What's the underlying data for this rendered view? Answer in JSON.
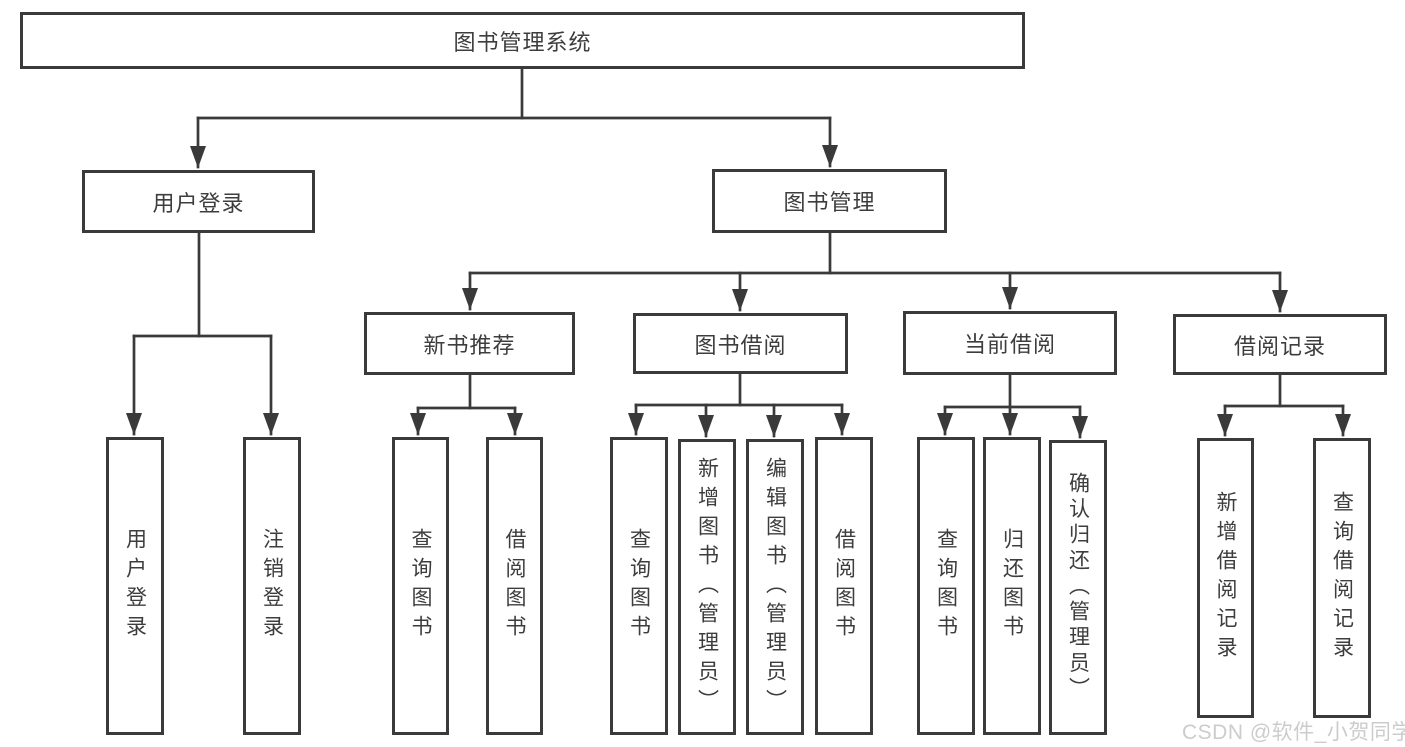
{
  "colors": {
    "line": "#3a3a3a",
    "box_border": "#3a3a3a",
    "box_background": "#ffffff",
    "label_text": "#3d3d3d",
    "watermark_text": "#cccccc",
    "page_background": "#ffffff"
  },
  "watermark": {
    "text": "CSDN @软件_小贺同学"
  },
  "nodes": {
    "root": {
      "label": "图书管理系统"
    },
    "user_login": {
      "label": "用户登录"
    },
    "book_management": {
      "label": "图书管理"
    },
    "new_book_recommend": {
      "label": "新书推荐"
    },
    "book_borrowing": {
      "label": "图书借阅"
    },
    "current_borrowing": {
      "label": "当前借阅"
    },
    "borrowing_records": {
      "label": "借阅记录"
    },
    "leaf_user_login": {
      "label": "用户登录"
    },
    "leaf_logout": {
      "label": "注销登录"
    },
    "leaf_query_books_recommend": {
      "label": "查询图书"
    },
    "leaf_borrow_books_recommend": {
      "label": "借阅图书"
    },
    "leaf_query_books_borrowing": {
      "label": "查询图书"
    },
    "leaf_add_books_admin": {
      "label": "新增图书（管理员）"
    },
    "leaf_edit_books_admin": {
      "label": "编辑图书（管理员）"
    },
    "leaf_borrow_books_borrowing": {
      "label": "借阅图书"
    },
    "leaf_query_books_current": {
      "label": "查询图书"
    },
    "leaf_return_books": {
      "label": "归还图书"
    },
    "leaf_confirm_return_admin": {
      "label": "确认归还（管理员）"
    },
    "leaf_add_borrow_record": {
      "label": "新增借阅记录"
    },
    "leaf_query_borrow_record": {
      "label": "查询借阅记录"
    }
  }
}
